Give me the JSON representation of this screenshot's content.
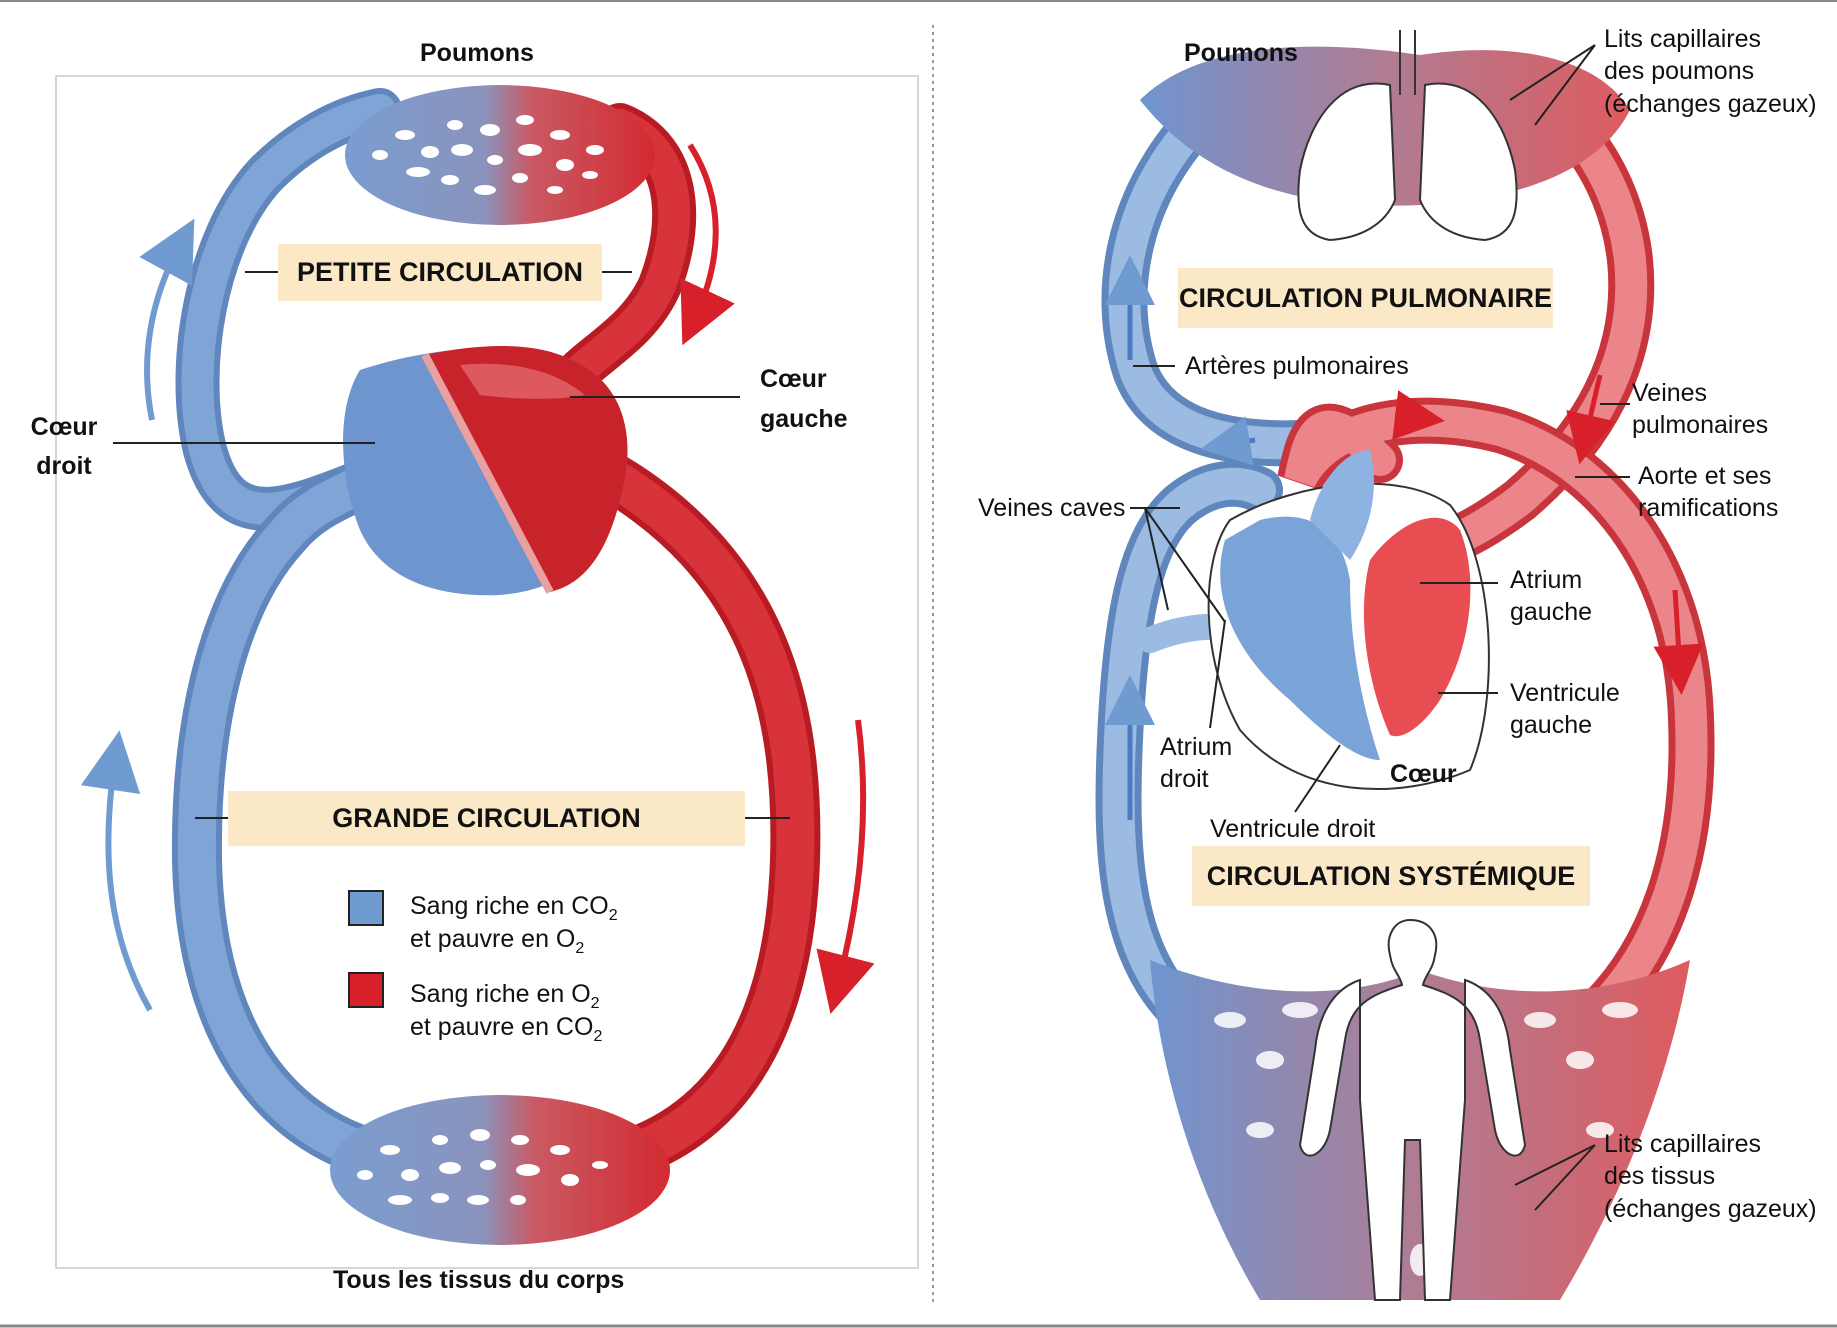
{
  "left_panel": {
    "top_label": "Poumons",
    "bottom_label": "Tous les tissus du corps",
    "right_heart_label": [
      "Cœur",
      "droit"
    ],
    "left_heart_label": [
      "Cœur",
      "gauche"
    ],
    "pulmonary_banner": "PETITE CIRCULATION",
    "systemic_banner": "GRANDE CIRCULATION",
    "legend": [
      {
        "color": "#6f9bd1",
        "line1": "Sang riche en CO",
        "line1_sub": "2",
        "line2": "et pauvre en O",
        "line2_sub": "2"
      },
      {
        "color": "#d8202a",
        "line1": "Sang riche en O",
        "line1_sub": "2",
        "line2": "et pauvre en CO",
        "line2_sub": "2"
      }
    ]
  },
  "right_panel": {
    "top_label": "Poumons",
    "pulmonary_banner": "CIRCULATION PULMONAIRE",
    "systemic_banner": "CIRCULATION SYSTÉMIQUE",
    "heart_label": "Cœur",
    "labels": {
      "lung_capillaries": [
        "Lits capillaires",
        "des poumons",
        "(échanges gazeux)"
      ],
      "pulmonary_arteries": "Artères pulmonaires",
      "pulmonary_veins": [
        "Veines",
        "pulmonaires"
      ],
      "aorta": [
        "Aorte et ses",
        "ramifications"
      ],
      "vena_cava": "Veines caves",
      "left_atrium": [
        "Atrium",
        "gauche"
      ],
      "left_ventricle": [
        "Ventricule",
        "gauche"
      ],
      "right_atrium": [
        "Atrium",
        "droit"
      ],
      "right_ventricle": "Ventricule droit",
      "tissue_capillaries": [
        "Lits capillaires",
        "des tissus",
        "(échanges gazeux)"
      ]
    }
  },
  "colors": {
    "oxygen_poor": "#6f9bd1",
    "oxygen_rich": "#d8202a",
    "banner_bg": "#fbe8c6"
  }
}
